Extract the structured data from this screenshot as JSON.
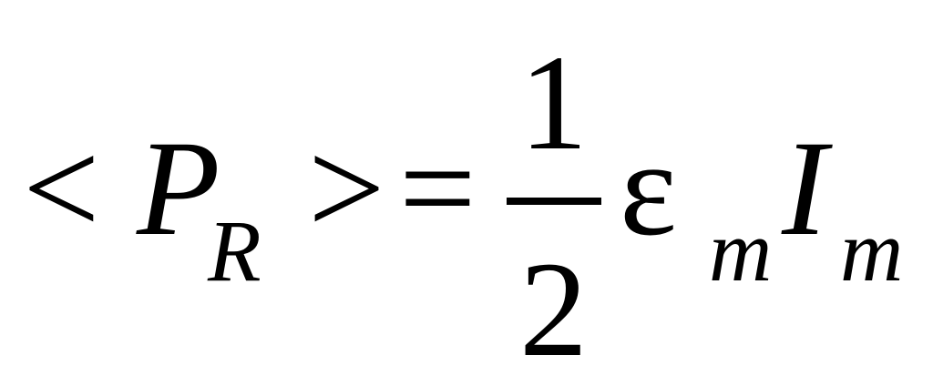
{
  "equation": {
    "lt": "<",
    "P": "P",
    "sub_R": "R",
    "gt": ">",
    "eq": "=",
    "numerator": "1",
    "denominator": "2",
    "epsilon": "ε",
    "sub_m1": "m",
    "I": "I",
    "sub_m2": "m"
  }
}
